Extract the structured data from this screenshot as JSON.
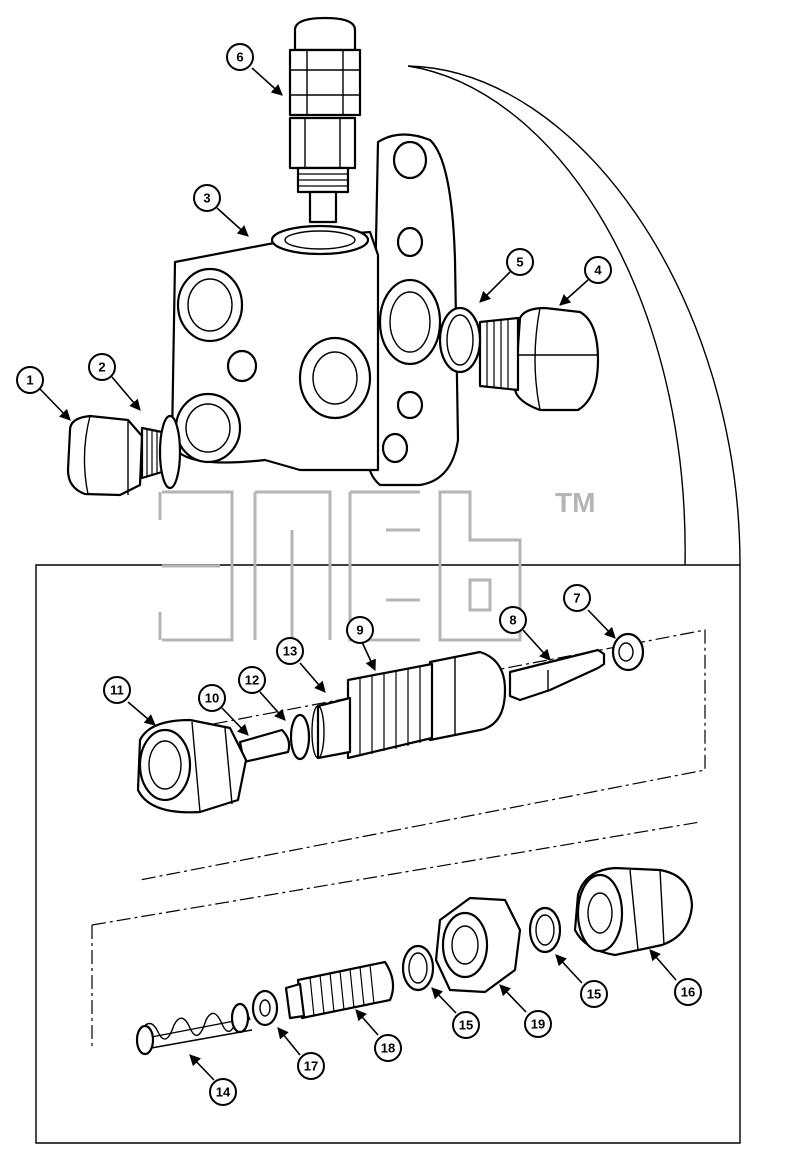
{
  "watermark": {
    "trademark": "TM"
  },
  "callouts": [
    {
      "label": "1"
    },
    {
      "label": "2"
    },
    {
      "label": "3"
    },
    {
      "label": "4"
    },
    {
      "label": "5"
    },
    {
      "label": "6"
    },
    {
      "label": "7"
    },
    {
      "label": "8"
    },
    {
      "label": "9"
    },
    {
      "label": "10"
    },
    {
      "label": "11"
    },
    {
      "label": "12"
    },
    {
      "label": "13"
    },
    {
      "label": "14"
    },
    {
      "label": "15"
    },
    {
      "label": "15"
    },
    {
      "label": "16"
    },
    {
      "label": "17"
    },
    {
      "label": "18"
    },
    {
      "label": "19"
    }
  ]
}
